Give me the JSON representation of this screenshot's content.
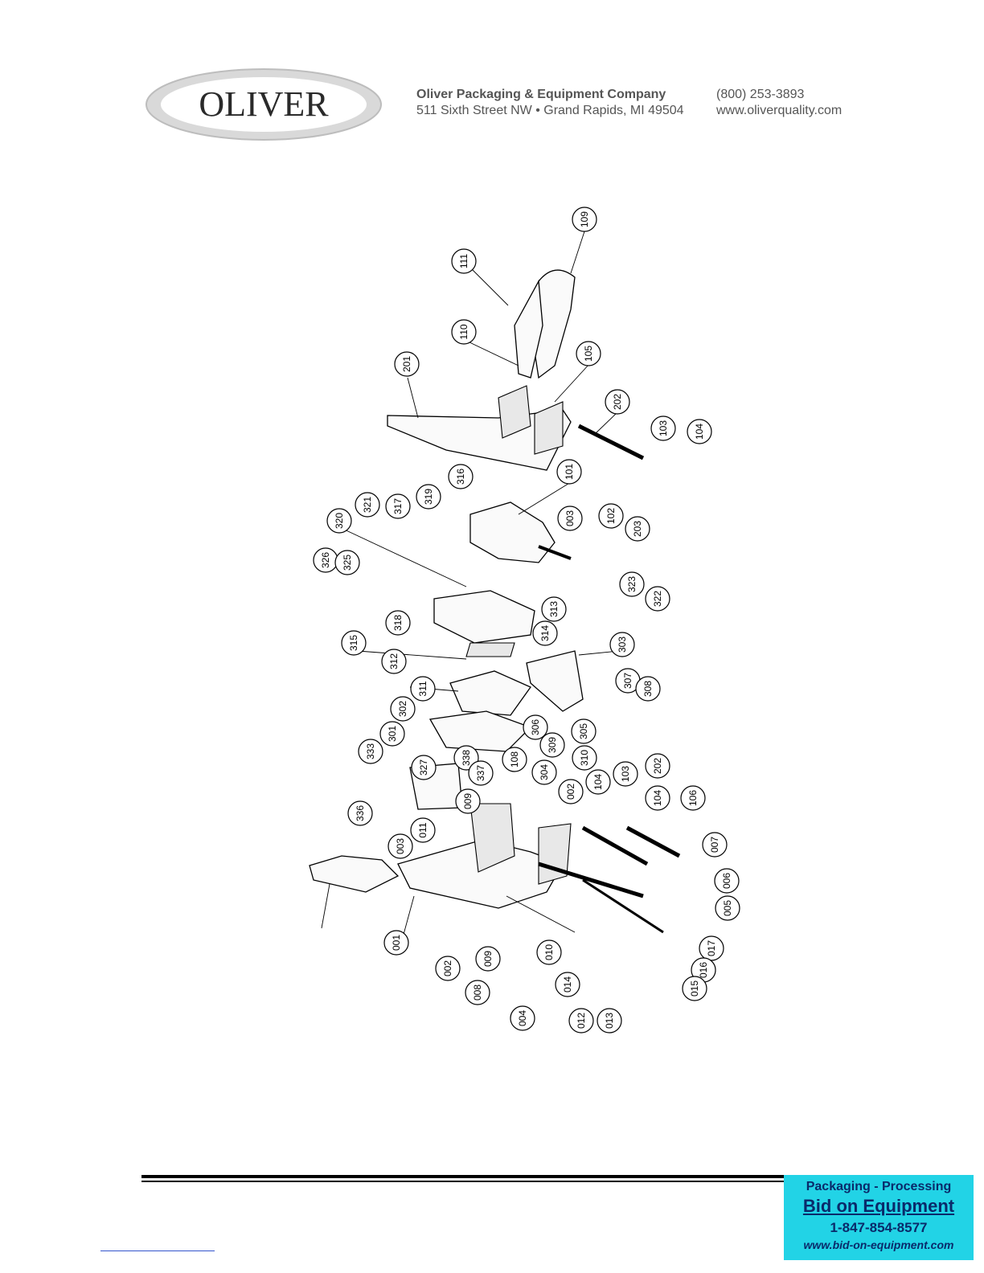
{
  "header": {
    "logo_text": "OLIVER",
    "company_name": "Oliver Packaging & Equipment Company",
    "address": "511 Sixth Street NW • Grand Rapids, MI 49504",
    "phone": "(800) 253-3893",
    "website": "www.oliverquality.com"
  },
  "diagram": {
    "callouts": [
      "109",
      "111",
      "110",
      "105",
      "201",
      "202",
      "103",
      "104",
      "316",
      "101",
      "319",
      "317",
      "321",
      "003",
      "102",
      "203",
      "320",
      "326",
      "325",
      "323",
      "322",
      "313",
      "318",
      "315",
      "314",
      "303",
      "312",
      "307",
      "308",
      "311",
      "302",
      "306",
      "305",
      "301",
      "309",
      "327",
      "338",
      "310",
      "333",
      "337",
      "304",
      "108",
      "002",
      "104",
      "103",
      "202",
      "009",
      "336",
      "011",
      "003",
      "104",
      "106",
      "007",
      "006",
      "005",
      "001",
      "002",
      "009",
      "010",
      "017",
      "016",
      "015",
      "014",
      "008",
      "004",
      "012",
      "013"
    ]
  },
  "ad": {
    "line1": "Packaging - Processing",
    "line2": "Bid on Equipment",
    "line3": "1-847-854-8577",
    "line4": "www.bid-on-equipment.com"
  }
}
